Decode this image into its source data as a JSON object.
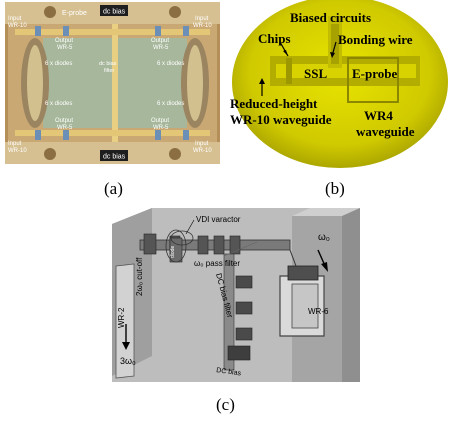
{
  "panel_a": {
    "labels": {
      "eprobe": "E-probe",
      "dcbias_top": "dc bias",
      "dcbias_bottom": "dc bias",
      "input_tl_1": "Input",
      "input_tl_2": "WR-10",
      "input_tr_1": "Input",
      "input_tr_2": "WR-10",
      "input_bl_1": "Input",
      "input_bl_2": "WR-10",
      "input_br_1": "Input",
      "input_br_2": "WR-10",
      "output_top_l": "Output",
      "output_top_l2": "WR-5",
      "output_top_r": "Output",
      "output_top_r2": "WR-5",
      "output_bot_l": "Output",
      "output_bot_l2": "WR-5",
      "output_bot_r": "Output",
      "output_bot_r2": "WR-5",
      "diodes_tl": "6 x diodes",
      "diodes_tr": "6 x diodes",
      "diodes_bl": "6 x diodes",
      "diodes_br": "6 x diodes",
      "bias_filter_1": "dc bias",
      "bias_filter_2": "filter"
    },
    "caption": "(a)"
  },
  "panel_b": {
    "labels": {
      "biased_circuits": "Biased circuits",
      "chips": "Chips",
      "bonding_wire": "Bonding wire",
      "ssl": "SSL",
      "eprobe": "E-probe",
      "reduced_1": "Reduced-height",
      "reduced_2": "WR-10 waveguide",
      "wr4_1": "WR4",
      "wr4_2": "waveguide"
    },
    "caption": "(b)"
  },
  "panel_c": {
    "labels": {
      "vdi_varactor": "VDI varactor",
      "omega_filter": "ω₀ pass filter",
      "omega0": "ω₀",
      "cutoff": "2ω₀ cut-off",
      "wr2": "WR-2",
      "three_omega": "3ω₀",
      "dc_bias_filter": "DC bias filter",
      "wr6": "WR-6",
      "dc_bias": "DC bias",
      "diode_cell": "diode"
    },
    "caption": "(c)"
  },
  "colors": {
    "photo_board": "#c9a873",
    "photo_gold": "#d9b86a",
    "photo_green_channel": "#a7b79c",
    "yellow_photo": "#d6d100",
    "cad_gray": "#b9b9b9",
    "cad_dark": "#555555"
  }
}
